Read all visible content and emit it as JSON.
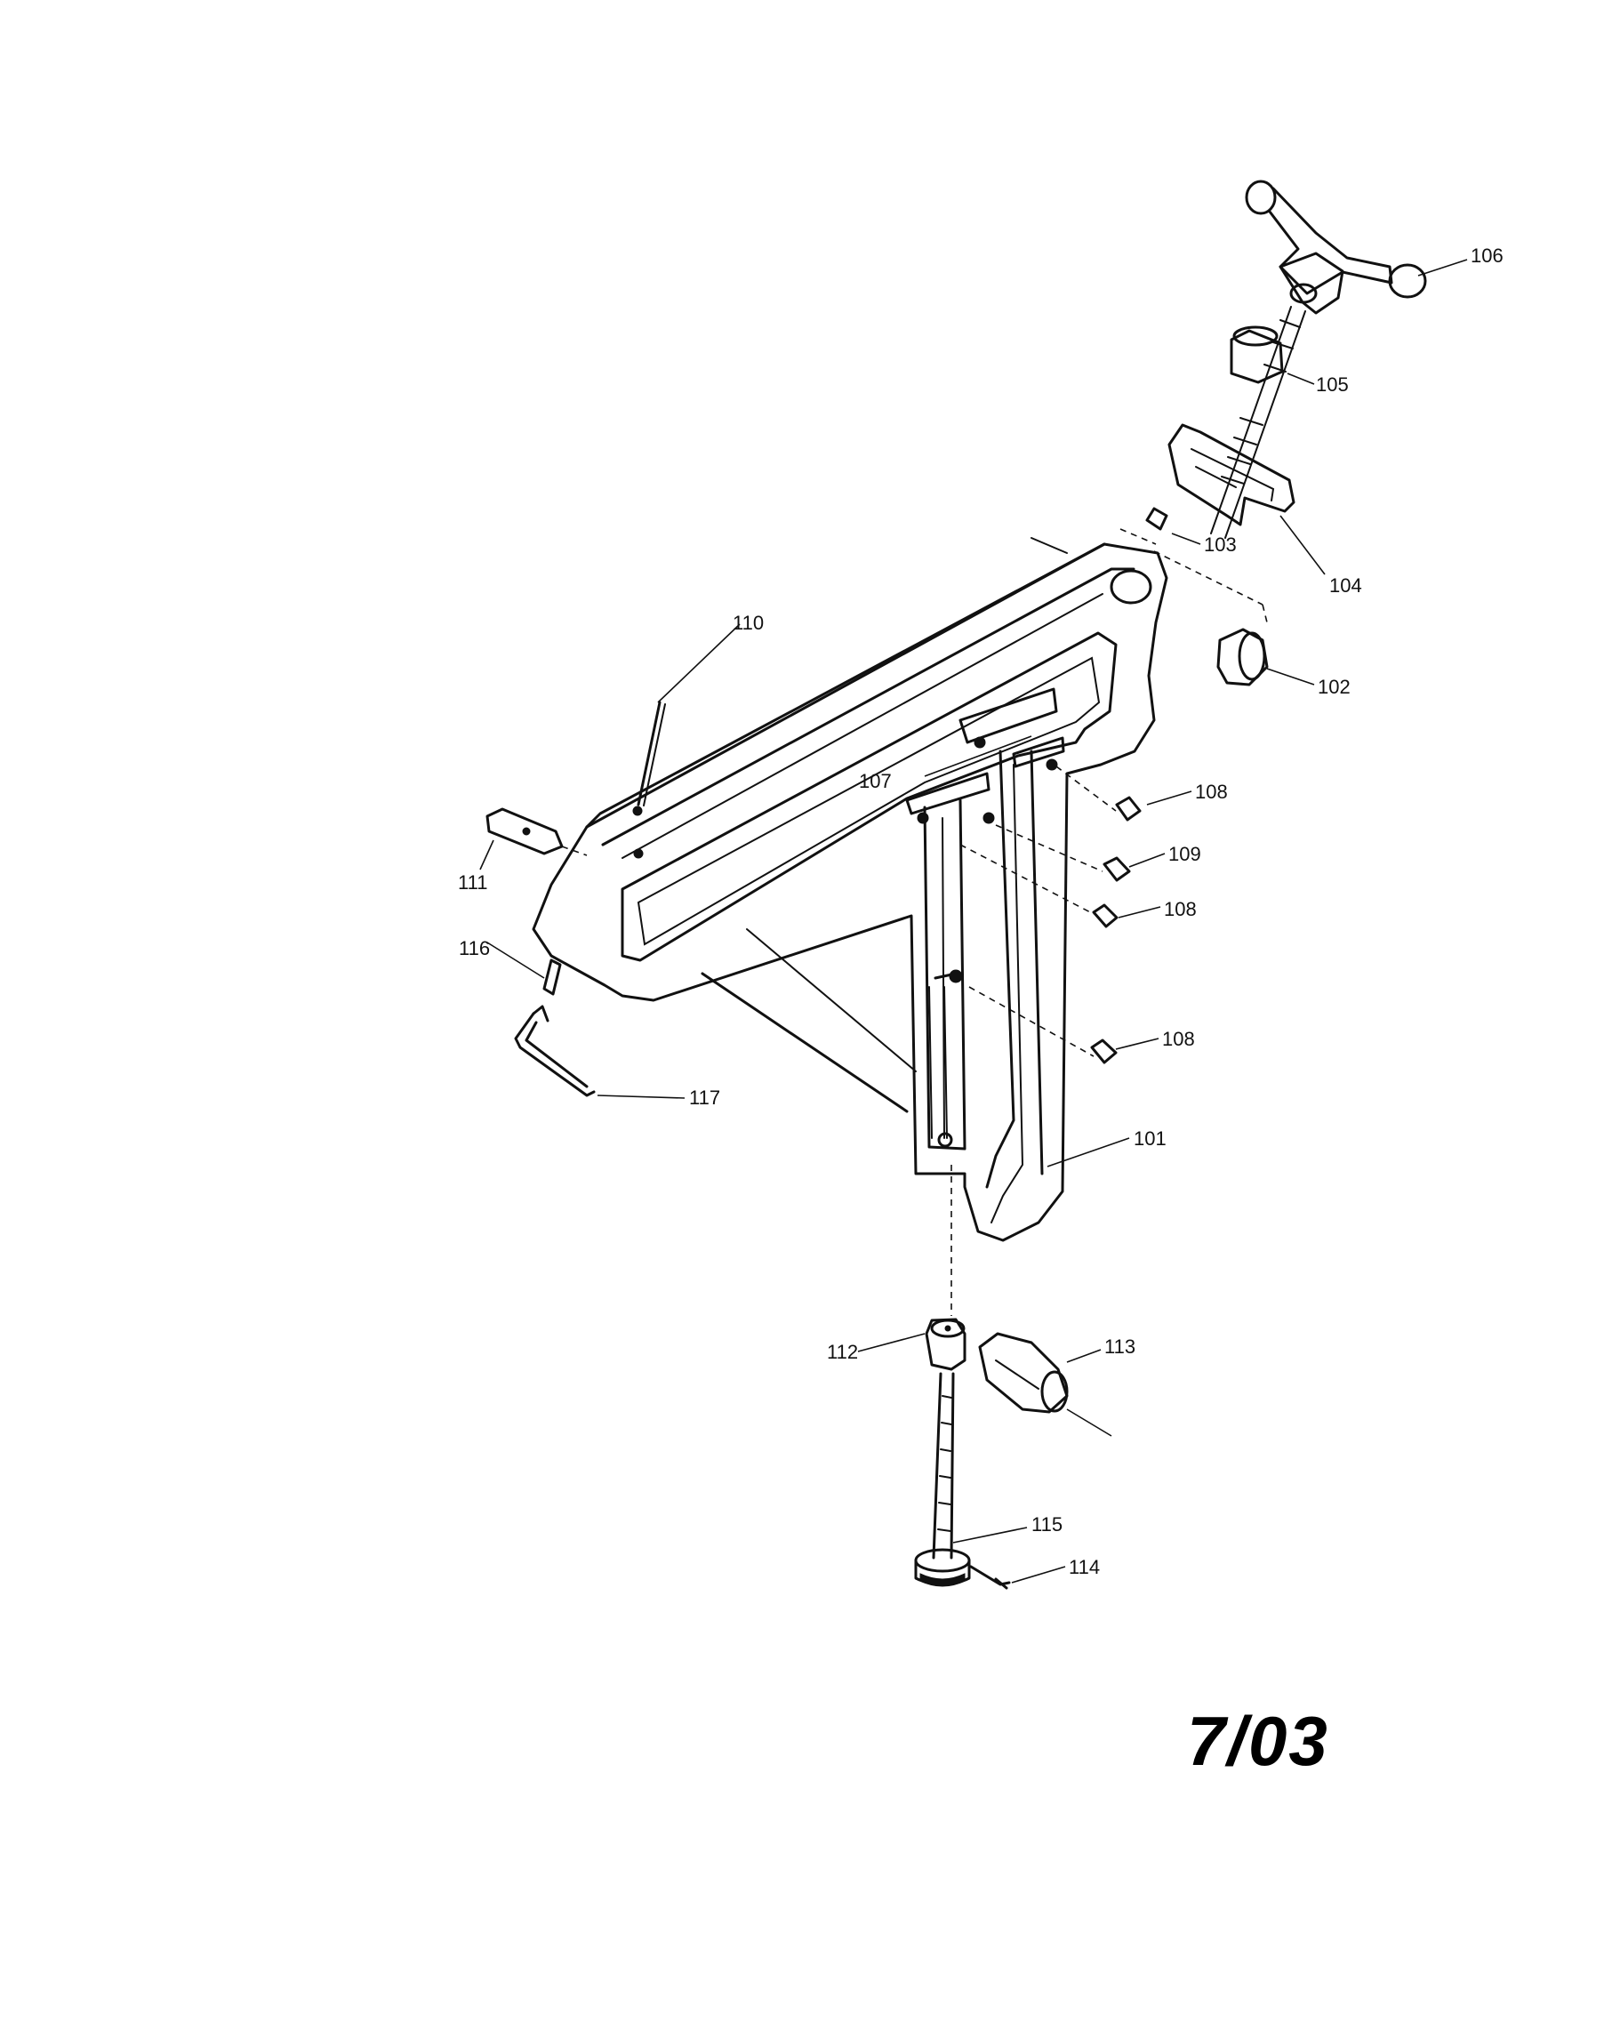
{
  "parts": [
    {
      "id": "101",
      "label": "101",
      "name_key": "part-101"
    },
    {
      "id": "102",
      "label": "102",
      "name_key": "part-102"
    },
    {
      "id": "103",
      "label": "103",
      "name_key": "part-103"
    },
    {
      "id": "104",
      "label": "104",
      "name_key": "part-104"
    },
    {
      "id": "105",
      "label": "105",
      "name_key": "part-105"
    },
    {
      "id": "106",
      "label": "106",
      "name_key": "part-106"
    },
    {
      "id": "107",
      "label": "107",
      "name_key": "part-107"
    },
    {
      "id": "108a",
      "label": "108",
      "name_key": "part-108"
    },
    {
      "id": "108b",
      "label": "108",
      "name_key": "part-108"
    },
    {
      "id": "108c",
      "label": "108",
      "name_key": "part-108"
    },
    {
      "id": "109",
      "label": "109",
      "name_key": "part-109"
    },
    {
      "id": "110",
      "label": "110",
      "name_key": "part-110"
    },
    {
      "id": "111",
      "label": "111",
      "name_key": "part-111"
    },
    {
      "id": "112",
      "label": "112",
      "name_key": "part-112"
    },
    {
      "id": "113",
      "label": "113",
      "name_key": "part-113"
    },
    {
      "id": "114",
      "label": "114",
      "name_key": "part-114"
    },
    {
      "id": "115",
      "label": "115",
      "name_key": "part-115"
    },
    {
      "id": "116",
      "label": "116",
      "name_key": "part-116"
    },
    {
      "id": "117",
      "label": "117",
      "name_key": "part-117"
    }
  ],
  "date_stamp": "7/03"
}
